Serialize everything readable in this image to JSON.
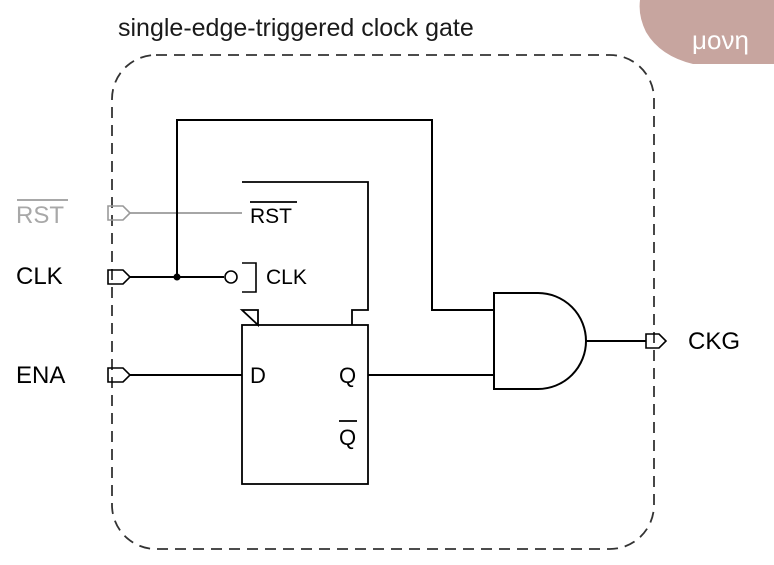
{
  "title": "single-edge-triggered clock gate",
  "corner_badge": {
    "text": "μονη",
    "fill": "#c7a59f",
    "text_color": "#ffffff"
  },
  "ports": {
    "rst": {
      "label": "RST",
      "overline": true,
      "color": "#a8a8a8"
    },
    "clk": {
      "label": "CLK"
    },
    "ena": {
      "label": "ENA"
    },
    "ckg": {
      "label": "CKG"
    }
  },
  "latch": {
    "rst_label": "RST",
    "clk_label": "CLK"
  },
  "flipflop": {
    "d_label": "D",
    "q_label": "Q",
    "qbar_label": "Q"
  },
  "colors": {
    "wire": "#000000",
    "rst_wire": "#9a9a9a",
    "boundary": "#333333",
    "background": "#ffffff"
  }
}
